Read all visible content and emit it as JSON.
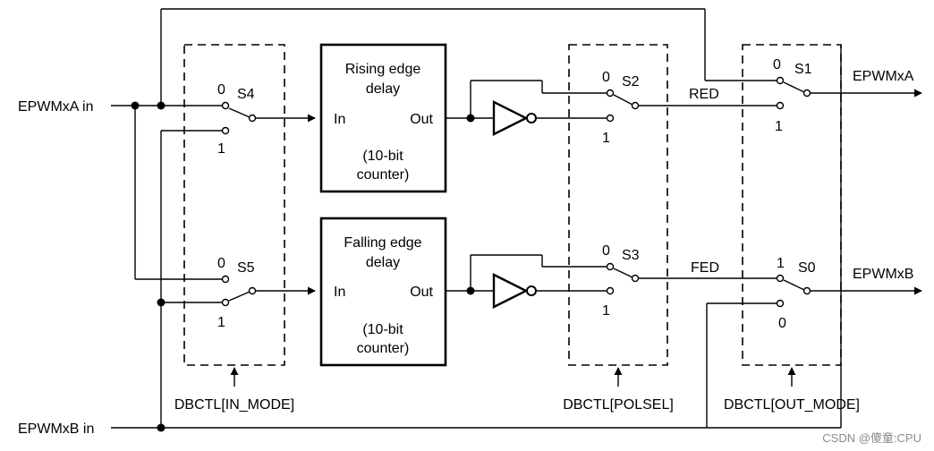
{
  "inputs": {
    "a": "EPWMxA in",
    "b": "EPWMxB in"
  },
  "outputs": {
    "a": "EPWMxA",
    "b": "EPWMxB"
  },
  "blocks": {
    "rising": {
      "title_line1": "Rising edge",
      "title_line2": "delay",
      "in": "In",
      "out": "Out",
      "counter_line1": "(10-bit",
      "counter_line2": "counter)"
    },
    "falling": {
      "title_line1": "Falling edge",
      "title_line2": "delay",
      "in": "In",
      "out": "Out",
      "counter_line1": "(10-bit",
      "counter_line2": "counter)"
    }
  },
  "switches": {
    "s4": {
      "name": "S4",
      "top": "0",
      "bottom": "1"
    },
    "s5": {
      "name": "S5",
      "top": "0",
      "bottom": "1"
    },
    "s2": {
      "name": "S2",
      "top": "0",
      "bottom": "1"
    },
    "s3": {
      "name": "S3",
      "top": "0",
      "bottom": "1"
    },
    "s1": {
      "name": "S1",
      "top": "0",
      "bottom": "1"
    },
    "s0": {
      "name": "S0",
      "top": "1",
      "bottom": "0"
    }
  },
  "signals": {
    "red": "RED",
    "fed": "FED"
  },
  "registers": {
    "in_mode": "DBCTL[IN_MODE]",
    "polsel": "DBCTL[POLSEL]",
    "out_mode": "DBCTL[OUT_MODE]"
  },
  "watermark": "CSDN @傻童:CPU"
}
